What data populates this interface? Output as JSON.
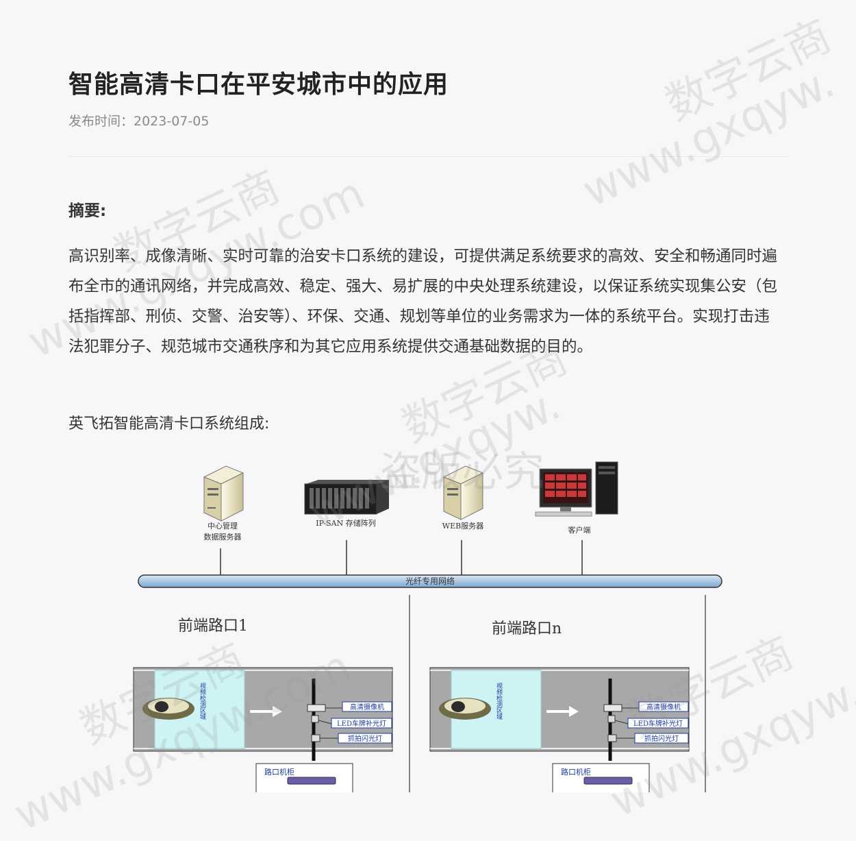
{
  "article": {
    "title": "智能高清卡口在平安城市中的应用",
    "publish_time": "发布时间：2023-07-05",
    "abstract_label": "摘要:",
    "abstract_text": "高识别率、成像清晰、实时可靠的治安卡口系统的建设，可提供满足系统要求的高效、安全和畅通同时遍布全市的通讯网络，并完成高效、稳定、强大、易扩展的中央处理系统建设，以保证系统实现集公安（包括指挥部、刑侦、交警、治安等）、环保、交通、规划等单位的业务需求为一体的系统平台。实现打击违法犯罪分子、规范城市交通秩序和为其它应用系统提供交通基础数据的目的。",
    "section_heading": "英飞拓智能高清卡口系统组成:"
  },
  "diagram": {
    "servers": {
      "central_line1": "中心管理",
      "central_line2": "数据服务器",
      "ipsan": "IP-SAN 存储阵列",
      "web": "WEB服务器",
      "client": "客户端"
    },
    "network_bus": "光纤专用网络",
    "intersections": [
      {
        "title": "前端路口1",
        "zone": "视频检测区域",
        "camera": "高清摄像机",
        "led": "LED车牌补光灯",
        "flash": "抓拍闪光灯",
        "cabinet": "路口机柜"
      },
      {
        "title": "前端路口n",
        "zone": "视频检测区域",
        "camera": "高清摄像机",
        "led": "LED车牌补光灯",
        "flash": "抓拍闪光灯",
        "cabinet": "路口机柜"
      }
    ]
  },
  "watermarks": {
    "cn": "数字云商",
    "url": "www.gxqyw.com",
    "url_short": "www.gxqyw.",
    "stamp": "盗版必究"
  },
  "colors": {
    "bus_fill": "#a9c6e2",
    "road": "#a8a8a8",
    "detect_zone": "#cdf3f5",
    "label_text": "#1a3c9c"
  }
}
